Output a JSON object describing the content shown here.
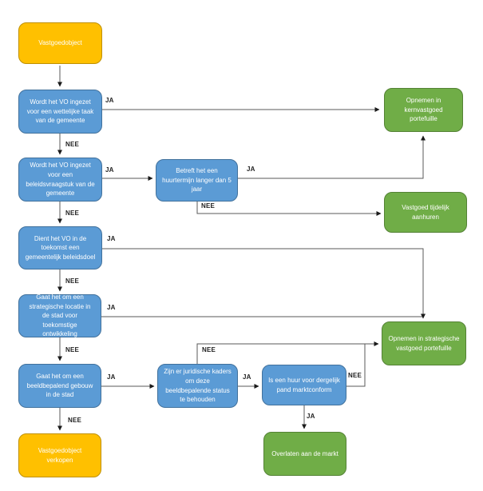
{
  "diagram": {
    "title": "Vastgoed beslisboom (flowchart)",
    "labels": {
      "yes": "JA",
      "no": "NEE"
    },
    "colors": {
      "background": "#ffffff",
      "process_fill": "#5b9bd5",
      "process_border": "#41719c",
      "outcome_fill": "#70ad47",
      "outcome_border": "#548235",
      "terminal_fill": "#ffc000",
      "terminal_border": "#bf9000",
      "connector": "#595959",
      "arrowhead": "#1a1a1a",
      "node_text": "#ffffff",
      "edge_label_text": "#1f1f1f"
    },
    "nodes": {
      "start": {
        "label": "Vastgoedobject",
        "type": "start"
      },
      "q_wettelijke_taak": {
        "label": "Wordt het VO ingezet voor een wettelijke taak van de gemeente",
        "type": "decision"
      },
      "q_beleidsvraagstuk": {
        "label": "Wordt het VO ingezet voor een beleidsvraagstuk van de gemeente",
        "type": "decision"
      },
      "q_huurtermijn": {
        "label": "Betreft het een huurtermijn langer dan 5 jaar",
        "type": "decision"
      },
      "q_beleidsdoel": {
        "label": "Dient het VO in de toekomst een gemeentelijk beleidsdoel",
        "type": "decision"
      },
      "q_strategische_locatie": {
        "label": "Gaat het om een strategische locatie in de stad voor toekomstige ontwikkeling",
        "type": "decision"
      },
      "q_beeldbepalend": {
        "label": "Gaat het om een beeldbepalend gebouw in de stad",
        "type": "decision"
      },
      "q_juridische_kaders": {
        "label": "Zijn er juridische kaders om deze beeldbepalende status te behouden",
        "type": "decision"
      },
      "q_marktconform": {
        "label": "Is een huur voor dergelijk pand marktconform",
        "type": "decision"
      },
      "o_kernvastgoed": {
        "label": "Opnemen in kernvastgoed portefuille",
        "type": "outcome"
      },
      "o_tijdelijk_aanhuren": {
        "label": "Vastgoed tijdelijk aanhuren",
        "type": "outcome"
      },
      "o_strategisch": {
        "label": "Opnemen in strategische vastgoed portefuille",
        "type": "outcome"
      },
      "o_markt": {
        "label": "Overlaten aan de markt",
        "type": "outcome"
      },
      "o_verkopen": {
        "label": "Vastgoedobject verkopen",
        "type": "end"
      }
    },
    "edges": [
      {
        "from": "start",
        "to": "q_wettelijke_taak",
        "label": ""
      },
      {
        "from": "q_wettelijke_taak",
        "to": "o_kernvastgoed",
        "label": "JA"
      },
      {
        "from": "q_wettelijke_taak",
        "to": "q_beleidsvraagstuk",
        "label": "NEE"
      },
      {
        "from": "q_beleidsvraagstuk",
        "to": "q_huurtermijn",
        "label": "JA"
      },
      {
        "from": "q_huurtermijn",
        "to": "o_kernvastgoed",
        "label": "JA"
      },
      {
        "from": "q_huurtermijn",
        "to": "o_tijdelijk_aanhuren",
        "label": "NEE"
      },
      {
        "from": "q_beleidsvraagstuk",
        "to": "q_beleidsdoel",
        "label": "NEE"
      },
      {
        "from": "q_beleidsdoel",
        "to": "o_strategisch",
        "label": "JA"
      },
      {
        "from": "q_beleidsdoel",
        "to": "q_strategische_locatie",
        "label": "NEE"
      },
      {
        "from": "q_strategische_locatie",
        "to": "o_strategisch",
        "label": "JA"
      },
      {
        "from": "q_strategische_locatie",
        "to": "q_beeldbepalend",
        "label": "NEE"
      },
      {
        "from": "q_beeldbepalend",
        "to": "q_juridische_kaders",
        "label": "JA"
      },
      {
        "from": "q_beeldbepalend",
        "to": "o_verkopen",
        "label": "NEE"
      },
      {
        "from": "q_juridische_kaders",
        "to": "o_strategisch",
        "label": "NEE"
      },
      {
        "from": "q_juridische_kaders",
        "to": "q_marktconform",
        "label": "JA"
      },
      {
        "from": "q_marktconform",
        "to": "o_strategisch",
        "label": "NEE"
      },
      {
        "from": "q_marktconform",
        "to": "o_markt",
        "label": "JA"
      }
    ]
  }
}
